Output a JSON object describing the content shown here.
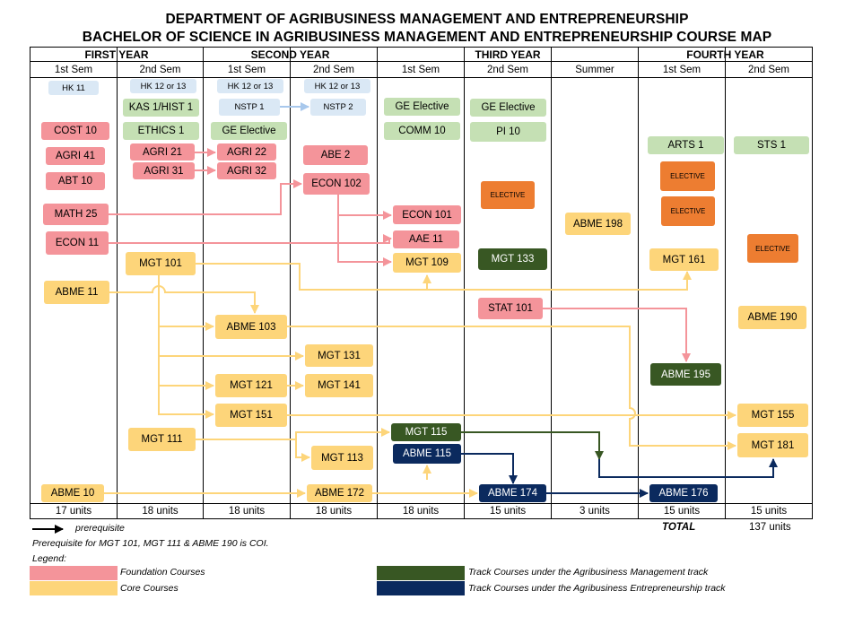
{
  "title_line1": "DEPARTMENT OF AGRIBUSINESS MANAGEMENT AND ENTREPRENEURSHIP",
  "title_line2": "BACHELOR OF SCIENCE IN AGRIBUSINESS MANAGEMENT AND ENTREPRENEURSHIP COURSE MAP",
  "years": [
    "FIRST YEAR",
    "SECOND YEAR",
    "THIRD YEAR",
    "FOURTH YEAR"
  ],
  "semesters": [
    "1st Sem",
    "2nd Sem",
    "1st Sem",
    "2nd Sem",
    "1st Sem",
    "2nd Sem",
    "Summer",
    "1st Sem",
    "2nd Sem"
  ],
  "units": [
    "17 units",
    "18 units",
    "18 units",
    "18 units",
    "18 units",
    "15 units",
    "3 units",
    "15 units",
    "15 units"
  ],
  "courses": {
    "hk11": "HK 11",
    "hk12a": "HK 12 or 13",
    "hk12b": "HK 12 or 13",
    "hk12c": "HK 12 or 13",
    "kas1": "KAS 1/HIST 1",
    "nstp1": "NSTP 1",
    "nstp2": "NSTP 2",
    "ge_el_3a": "GE Elective",
    "ge_el_3b": "GE Elective",
    "ethics1": "ETHICS 1",
    "ge_el_2a": "GE Elective",
    "comm10": "COMM 10",
    "pi10": "PI 10",
    "arts1": "ARTS 1",
    "sts1": "STS 1",
    "cost10": "COST 10",
    "agri41": "AGRI 41",
    "abt10": "ABT 10",
    "math25": "MATH 25",
    "econ11": "ECON 11",
    "agri21": "AGRI 21",
    "agri31": "AGRI 31",
    "agri22": "AGRI 22",
    "agri32": "AGRI 32",
    "abe2": "ABE 2",
    "econ102": "ECON 102",
    "econ101": "ECON 101",
    "aae11": "AAE 11",
    "mgt109": "MGT 109",
    "stat101": "STAT 101",
    "elective_3b": "ELECTIVE",
    "elective_4a1": "ELECTIVE",
    "elective_4a2": "ELECTIVE",
    "elective_4b": "ELECTIVE",
    "abme11": "ABME 11",
    "mgt101": "MGT 101",
    "abme103": "ABME 103",
    "mgt131": "MGT 131",
    "mgt121": "MGT 121",
    "mgt141": "MGT 141",
    "mgt151": "MGT 151",
    "mgt111": "MGT 111",
    "mgt113": "MGT 113",
    "abme10": "ABME 10",
    "abme172": "ABME 172",
    "abme198": "ABME 198",
    "mgt161": "MGT 161",
    "abme190": "ABME 190",
    "mgt155": "MGT 155",
    "mgt181": "MGT 181",
    "mgt133": "MGT 133",
    "mgt115": "MGT 115",
    "abme195": "ABME 195",
    "abme115": "ABME 115",
    "abme174": "ABME 174",
    "abme176": "ABME 176"
  },
  "total_label": "TOTAL",
  "total_units": "137 units",
  "legend": {
    "prerequisite": "prerequisite",
    "coi_note": "Prerequisite for MGT 101, MGT 111 & ABME 190 is COI.",
    "title": "Legend:",
    "foundation": "Foundation Courses",
    "core": "Core Courses",
    "track_mgt": "Track Courses under the Agribusiness Management track",
    "track_ent": "Track Courses under the Agribusiness Entrepreneurship track"
  },
  "colors": {
    "foundation": "#f4949a",
    "core": "#fdd57a",
    "ge": "#c5e0b4",
    "pe_nstp": "#dae8f5",
    "elective": "#ed7d31",
    "track_mgt": "#385723",
    "track_ent": "#0b2a5e"
  }
}
